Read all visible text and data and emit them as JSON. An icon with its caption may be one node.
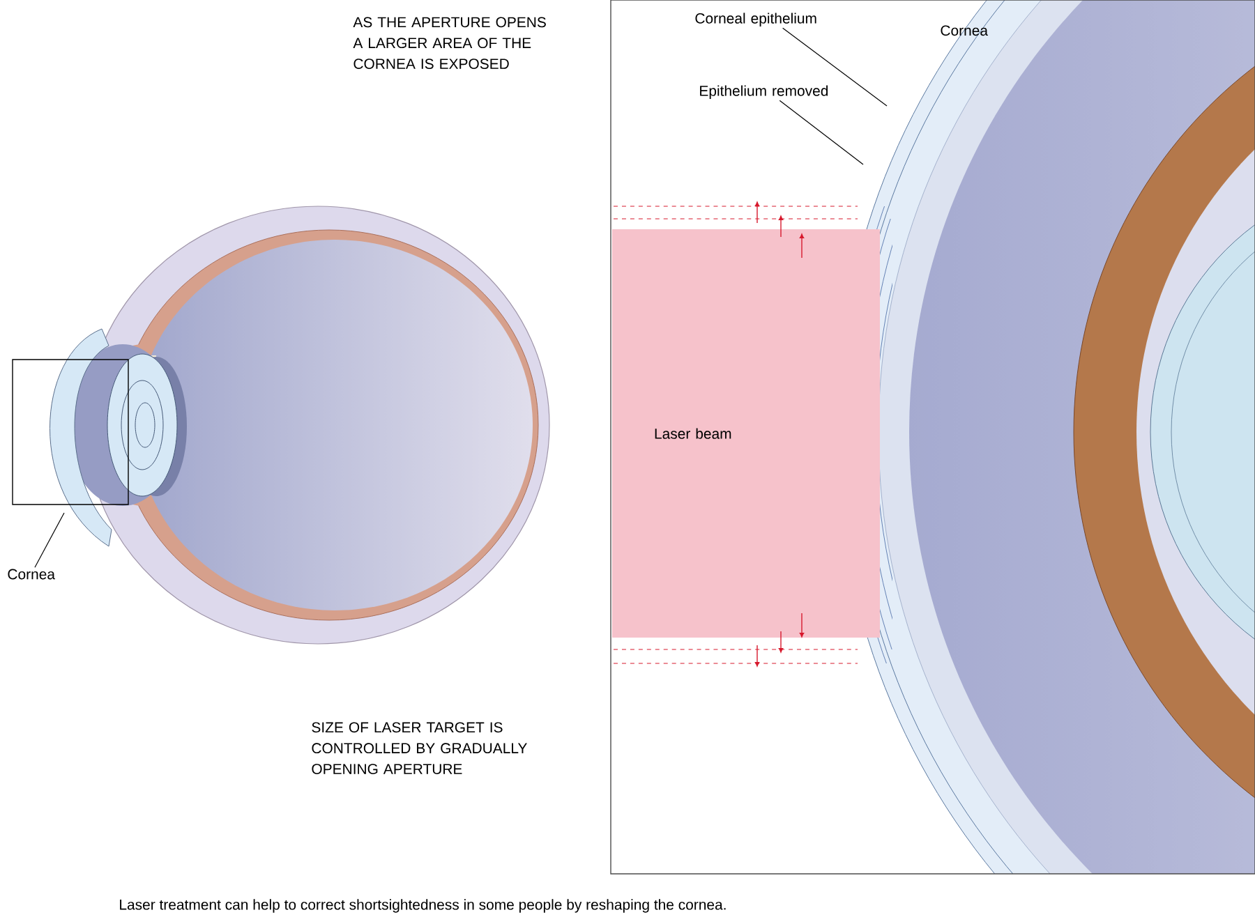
{
  "diagram": {
    "caption": "Laser treatment can help to correct shortsightedness in some people by reshaping the cornea.",
    "nodes": [
      {
        "text": [
          "Cornea"
        ]
      },
      {
        "text": [
          "Corneal epithelium"
        ]
      },
      {
        "text": [
          "Epithelium removed"
        ]
      },
      {
        "text": [
          "Laser beam"
        ]
      }
    ],
    "edges": [
      {
        "from": 0,
        "to": null,
        "arrow": "none"
      },
      {
        "from": 1,
        "to": null,
        "arrow": "none"
      },
      {
        "from": 2,
        "to": null,
        "arrow": "none"
      }
    ],
    "labels": [
      "AS THE APERTURE OPENS A LARGER AREA OF THE CORNEA IS EXPOSED",
      "Cornea",
      "SIZE OF LASER TARGET IS CONTROLLED BY GRADUALLY OPENING APERTURE"
    ]
  }
}
